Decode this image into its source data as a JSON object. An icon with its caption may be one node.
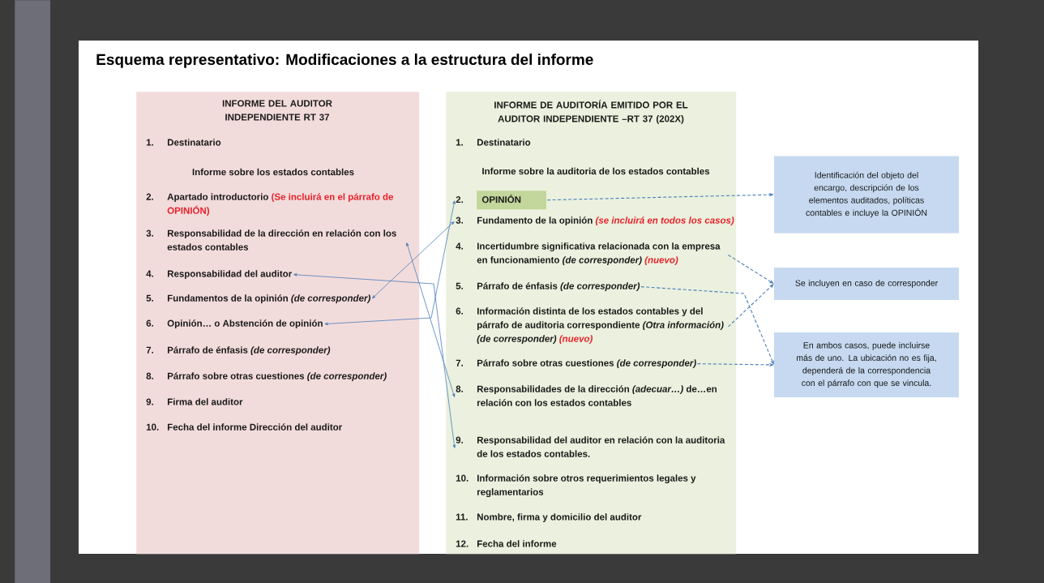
{
  "diagram": {
    "title": "Esquema representativo: Modificaciones a la estructura del informe",
    "nodes": [
      {
        "text": [
          "INFORME DEL AUDITOR INDEPENDIENTE RT 37",
          "Informe sobre los estados contables"
        ]
      },
      {
        "text": [
          "1.",
          "Destinatario"
        ],
        "in": 0
      },
      {
        "text": [
          "2.",
          "Apartado introductorio",
          "(Se incluirá en el párrafo de OPINIÓN)"
        ],
        "in": 0
      },
      {
        "text": [
          "3.",
          "Responsabilidad de la dirección en relación con los estados contables"
        ],
        "in": 0
      },
      {
        "text": [
          "4.",
          "Responsabilidad del auditor"
        ],
        "in": 0
      },
      {
        "text": [
          "5.",
          "Fundamentos de la opinión *(de corresponder)*"
        ],
        "in": 0
      },
      {
        "text": [
          "6.",
          "Opinión… o Abstención de opinión"
        ],
        "in": 0
      },
      {
        "text": [
          "7.",
          "Párrafo de énfasis *(de corresponder)*"
        ],
        "in": 0
      },
      {
        "text": [
          "8.",
          "Párrafo sobre otras cuestiones *(de corresponder)*"
        ],
        "in": 0
      },
      {
        "text": [
          "9.",
          "Firma del auditor"
        ],
        "in": 0
      },
      {
        "text": [
          "10.",
          "Fecha del informe Dirección del auditor"
        ],
        "in": 0
      },
      {
        "text": [
          "INFORME DE AUDITORÍA EMITIDO POR EL AUDITOR INDEPENDIENTE –RT 37 (202X)",
          "Informe sobre la auditoria de los estados contables"
        ]
      },
      {
        "text": [
          "1.",
          "Destinatario"
        ],
        "in": 11
      },
      {
        "text": [
          "2.",
          "OPINIÓN"
        ],
        "in": 11
      },
      {
        "text": [
          "3.",
          "Fundamento de la opinión",
          "(se incluirá en todos los casos)"
        ],
        "in": 11
      },
      {
        "text": [
          "4.",
          "Incertidumbre significativa relacionada con la empresa en funcionamiento *(de corresponder)*",
          "(nuevo)"
        ],
        "in": 11
      },
      {
        "text": [
          "5.",
          "Párrafo de énfasis *(de corresponder)*"
        ],
        "in": 11
      },
      {
        "text": [
          "6.",
          "Información distinta de los estados contables y del párrafo de auditoria correspondiente *(Otra información)* *(de corresponder)*",
          "(nuevo)"
        ],
        "in": 11
      },
      {
        "text": [
          "7.",
          "Párrafo sobre otras cuestiones *(de corresponder)*"
        ],
        "in": 11
      },
      {
        "text": [
          "8.",
          "Responsabilidades de la dirección *(adecuar…)* de…en relación con los estados contables"
        ],
        "in": 11
      },
      {
        "text": [
          "9.",
          "Responsabilidad del auditor en relación con la auditoria de los estados contables."
        ],
        "in": 11
      },
      {
        "text": [
          "10.",
          "Información sobre otros requerimientos legales y reglamentarios"
        ],
        "in": 11
      },
      {
        "text": [
          "11.",
          "Nombre, firma y domicilio del auditor"
        ],
        "in": 11
      },
      {
        "text": [
          "12.",
          "Fecha del informe"
        ],
        "in": 11
      },
      {
        "text": [
          "Identificación del objeto del encargo, descripción de los elementos auditados, políticas contables e incluye la OPINIÓN"
        ]
      },
      {
        "text": [
          "Se incluyen en caso de corresponder"
        ]
      },
      {
        "text": [
          "En ambos casos, puede incluirse más de uno. La ubicación no es fija, dependerá de la correspondencia con el párrafo con que se vincula."
        ]
      },
      {
        "text": [],
        "shape": "bar"
      }
    ],
    "edges": [
      {
        "from": 6,
        "to": 13,
        "arrow": "both"
      },
      {
        "from": 5,
        "to": 14,
        "arrow": "both"
      },
      {
        "from": 3,
        "to": 19,
        "arrow": "both"
      },
      {
        "from": 4,
        "to": 20,
        "arrow": "both"
      },
      {
        "from": 13,
        "to": 24,
        "arrow": "to",
        "style": "dashed"
      },
      {
        "from": 15,
        "to": 25,
        "arrow": "to",
        "style": "dashed"
      },
      {
        "from": 16,
        "to": 26,
        "arrow": "to",
        "style": "dashed"
      },
      {
        "from": 17,
        "to": 25,
        "arrow": "to",
        "style": "dashed"
      },
      {
        "from": 18,
        "to": 26,
        "arrow": "to",
        "style": "dashed"
      }
    ]
  }
}
